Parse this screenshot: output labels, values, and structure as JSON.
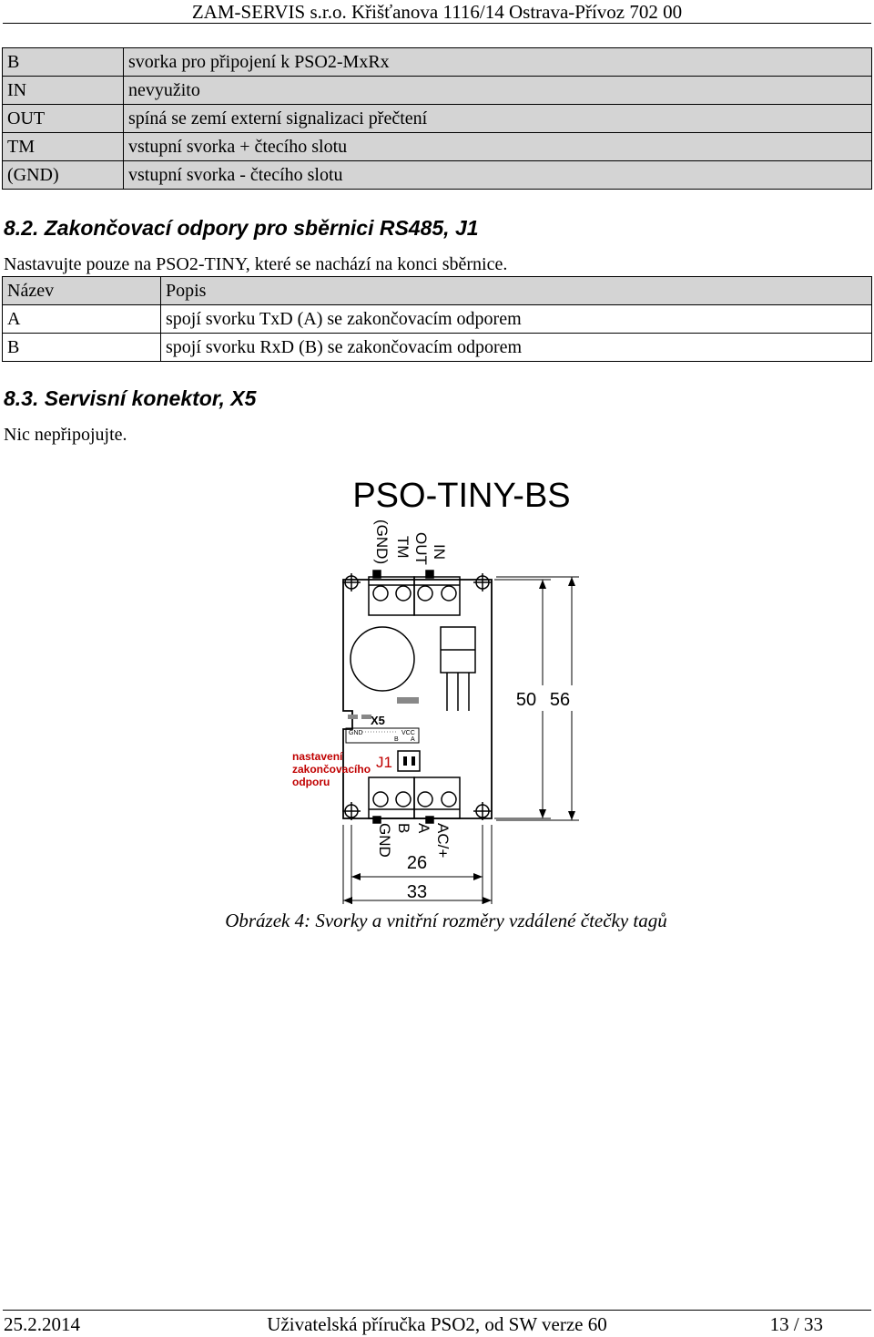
{
  "header": {
    "text": "ZAM-SERVIS s.r.o. Křišťanova 1116/14 Ostrava-Přívoz 702 00"
  },
  "terminal_table": {
    "rows": [
      {
        "name": "B",
        "desc": "svorka pro připojení k PSO2-MxRx"
      },
      {
        "name": "IN",
        "desc": "nevyužito"
      },
      {
        "name": "OUT",
        "desc": "spíná se zemí externí signalizaci přečtení"
      },
      {
        "name": "TM",
        "desc": "vstupní svorka + čtecího slotu"
      },
      {
        "name": "(GND)",
        "desc": "vstupní svorka - čtecího slotu"
      }
    ]
  },
  "section_8_2": {
    "heading": "8.2. Zakončovací odpory pro sběrnici RS485, J1",
    "paragraph": "Nastavujte pouze na PSO2-TINY, které se nachází na konci sběrnice.",
    "table": {
      "headers": [
        "Název",
        "Popis"
      ],
      "rows": [
        {
          "name": "A",
          "desc": "spojí svorku TxD (A) se zakončovacím odporem"
        },
        {
          "name": "B",
          "desc": "spojí svorku RxD (B) se zakončovacím odporem"
        }
      ]
    }
  },
  "section_8_3": {
    "heading": "8.3. Servisní konektor, X5",
    "paragraph": "Nic nepřipojujte."
  },
  "figure": {
    "title": "PSO-TINY-BS",
    "top_terminals": [
      "(GND)",
      "TM",
      "OUT",
      "IN"
    ],
    "bottom_terminals": [
      "GND",
      "B",
      "A",
      "AC/+"
    ],
    "x5_label": "X5",
    "x5_pins_top": [
      "GND",
      "VCC"
    ],
    "x5_pins_bottom": [
      "B",
      "A"
    ],
    "j1_label": "J1",
    "note_lines": [
      "nastavení",
      "zakončovacího",
      "odporu"
    ],
    "dim_inner_height": "50",
    "dim_outer_height": "56",
    "dim_inner_width": "26",
    "dim_outer_width": "33",
    "note_color": "#c00000"
  },
  "caption": "Obrázek 4: Svorky a vnitřní rozměry vzdálené čtečky tagů",
  "footer": {
    "date": "25.2.2014",
    "title": "Uživatelská příručka PSO2, od SW verze 60",
    "page": "13 / 33"
  }
}
